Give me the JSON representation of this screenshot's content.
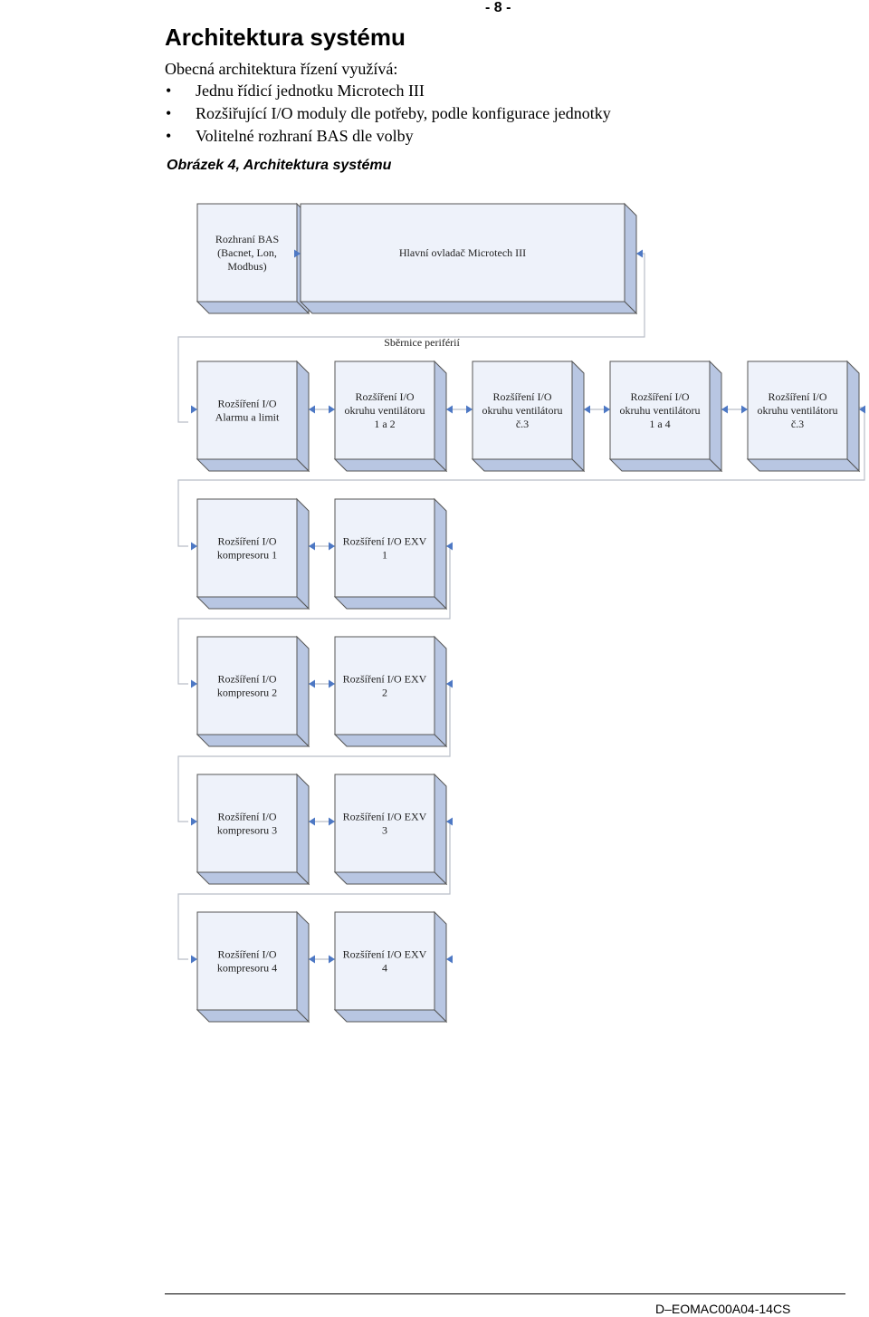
{
  "header": {
    "page_number": "- 8 -"
  },
  "title": "Architektura systému",
  "intro": "Obecná architektura řízení využívá:",
  "bullets": [
    "Jednu řídicí jednotku Microtech III",
    "Rozšiřující I/O moduly dle potřeby, podle konfigurace jednotky",
    "Volitelné rozhraní BAS dle volby"
  ],
  "figure_caption": "Obrázek 4, Architektura systému",
  "diagram": {
    "top_row": [
      {
        "id": "bas",
        "lines": [
          "Rozhraní BAS",
          "(Bacnet, Lon,",
          "Modbus)"
        ]
      },
      {
        "id": "main",
        "lines": [
          "Hlavní ovladač Microtech III"
        ]
      }
    ],
    "bus_label": "Sběrnice periférií",
    "module_row": [
      {
        "id": "alarm",
        "lines": [
          "Rozšíření I/O",
          "Alarmu a limit"
        ]
      },
      {
        "id": "fan12",
        "lines": [
          "Rozšíření I/O",
          "okruhu ventilátoru",
          "1 a 2"
        ]
      },
      {
        "id": "fan3a",
        "lines": [
          "Rozšíření I/O",
          "okruhu ventilátoru",
          "č.3"
        ]
      },
      {
        "id": "fan14",
        "lines": [
          "Rozšíření I/O",
          "okruhu ventilátoru",
          "1 a 4"
        ]
      },
      {
        "id": "fan3b",
        "lines": [
          "Rozšíření I/O",
          "okruhu ventilátoru",
          "č.3"
        ]
      }
    ],
    "compressor_rows": [
      {
        "compressor": [
          "Rozšíření I/O",
          "kompresoru 1"
        ],
        "exv": [
          "Rozšíření I/O EXV",
          "1"
        ]
      },
      {
        "compressor": [
          "Rozšíření I/O",
          "kompresoru 2"
        ],
        "exv": [
          "Rozšíření I/O EXV",
          "2"
        ]
      },
      {
        "compressor": [
          "Rozšíření I/O",
          "kompresoru 3"
        ],
        "exv": [
          "Rozšíření I/O EXV",
          "3"
        ]
      },
      {
        "compressor": [
          "Rozšíření I/O",
          "kompresoru 4"
        ],
        "exv": [
          "Rozšíření I/O EXV",
          "4"
        ]
      }
    ],
    "colors": {
      "face": "#eef2fa",
      "side": "#b8c6e2",
      "edge": "#555555",
      "line": "#b9bec8",
      "arrow": "#4d78c4"
    }
  },
  "footer": {
    "doc_code": "D–EOMAC00A04-14CS"
  }
}
